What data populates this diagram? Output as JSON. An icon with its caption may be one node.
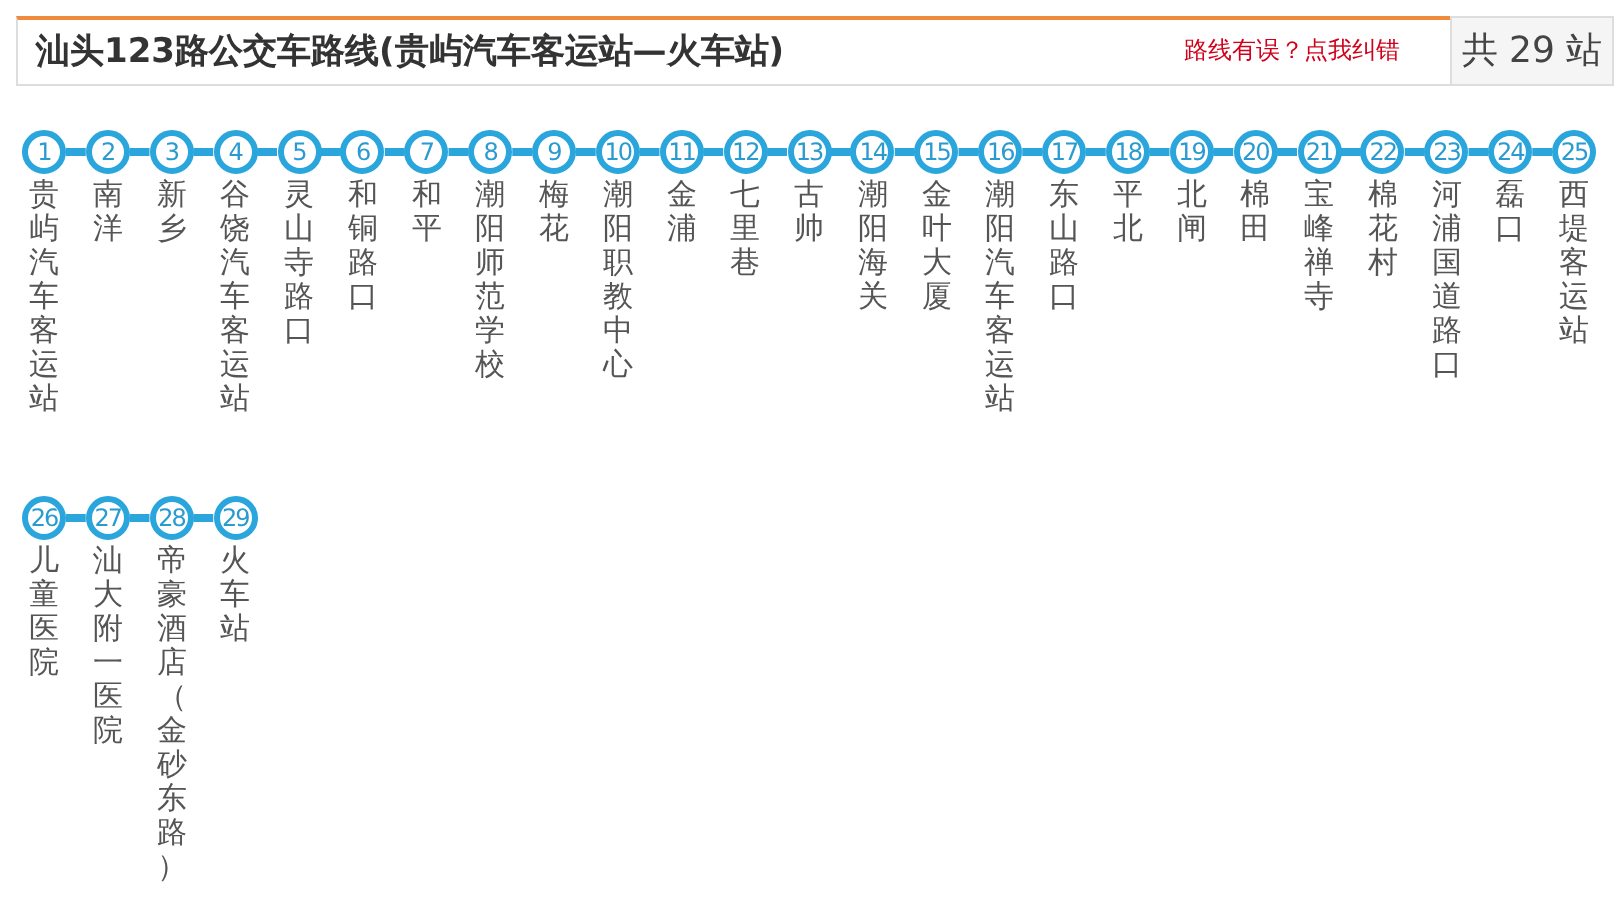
{
  "diagram": {
    "title": "汕头123路公交车路线(贵屿汽车客运站—火车站)",
    "nodes": [
      {
        "text": [
          "1"
        ],
        "beside": [
          "贵屿汽车客运站"
        ]
      },
      {
        "text": [
          "2"
        ],
        "beside": [
          "南洋"
        ]
      },
      {
        "text": [
          "3"
        ],
        "beside": [
          "新乡"
        ]
      },
      {
        "text": [
          "4"
        ],
        "beside": [
          "谷饶汽车客运站"
        ]
      },
      {
        "text": [
          "5"
        ],
        "beside": [
          "灵山寺路口"
        ]
      },
      {
        "text": [
          "6"
        ],
        "beside": [
          "和铜路口"
        ]
      },
      {
        "text": [
          "7"
        ],
        "beside": [
          "和平"
        ]
      },
      {
        "text": [
          "8"
        ],
        "beside": [
          "潮阳师范学校"
        ]
      },
      {
        "text": [
          "9"
        ],
        "beside": [
          "梅花"
        ]
      },
      {
        "text": [
          "10"
        ],
        "beside": [
          "潮阳职教中心"
        ]
      },
      {
        "text": [
          "11"
        ],
        "beside": [
          "金浦"
        ]
      },
      {
        "text": [
          "12"
        ],
        "beside": [
          "七里巷"
        ]
      },
      {
        "text": [
          "13"
        ],
        "beside": [
          "古帅"
        ]
      },
      {
        "text": [
          "14"
        ],
        "beside": [
          "潮阳海关"
        ]
      },
      {
        "text": [
          "15"
        ],
        "beside": [
          "金叶大厦"
        ]
      },
      {
        "text": [
          "16"
        ],
        "beside": [
          "潮阳汽车客运站"
        ]
      },
      {
        "text": [
          "17"
        ],
        "beside": [
          "东山路口"
        ]
      },
      {
        "text": [
          "18"
        ],
        "beside": [
          "平北"
        ]
      },
      {
        "text": [
          "19"
        ],
        "beside": [
          "北闸"
        ]
      },
      {
        "text": [
          "20"
        ],
        "beside": [
          "棉田"
        ]
      },
      {
        "text": [
          "21"
        ],
        "beside": [
          "宝峰禅寺"
        ]
      },
      {
        "text": [
          "22"
        ],
        "beside": [
          "棉花村"
        ]
      },
      {
        "text": [
          "23"
        ],
        "beside": [
          "河浦国道路口"
        ]
      },
      {
        "text": [
          "24"
        ],
        "beside": [
          "磊口"
        ]
      },
      {
        "text": [
          "25"
        ],
        "beside": [
          "西堤客运站"
        ]
      },
      {
        "text": [
          "26"
        ],
        "beside": [
          "儿童医院"
        ]
      },
      {
        "text": [
          "27"
        ],
        "beside": [
          "汕大附一医院"
        ]
      },
      {
        "text": [
          "28"
        ],
        "beside": [
          "帝豪酒店（金砂东路）"
        ]
      },
      {
        "text": [
          "29"
        ],
        "beside": [
          "火车站"
        ]
      }
    ],
    "edges": [
      {
        "from": 0,
        "to": 1,
        "arrow": "none"
      },
      {
        "from": 1,
        "to": 2,
        "arrow": "none"
      },
      {
        "from": 2,
        "to": 3,
        "arrow": "none"
      },
      {
        "from": 3,
        "to": 4,
        "arrow": "none"
      },
      {
        "from": 4,
        "to": 5,
        "arrow": "none"
      },
      {
        "from": 5,
        "to": 6,
        "arrow": "none"
      },
      {
        "from": 6,
        "to": 7,
        "arrow": "none"
      },
      {
        "from": 7,
        "to": 8,
        "arrow": "none"
      },
      {
        "from": 8,
        "to": 9,
        "arrow": "none"
      },
      {
        "from": 9,
        "to": 10,
        "arrow": "none"
      },
      {
        "from": 10,
        "to": 11,
        "arrow": "none"
      },
      {
        "from": 11,
        "to": 12,
        "arrow": "none"
      },
      {
        "from": 12,
        "to": 13,
        "arrow": "none"
      },
      {
        "from": 13,
        "to": 14,
        "arrow": "none"
      },
      {
        "from": 14,
        "to": 15,
        "arrow": "none"
      },
      {
        "from": 15,
        "to": 16,
        "arrow": "none"
      },
      {
        "from": 16,
        "to": 17,
        "arrow": "none"
      },
      {
        "from": 17,
        "to": 18,
        "arrow": "none"
      },
      {
        "from": 18,
        "to": 19,
        "arrow": "none"
      },
      {
        "from": 19,
        "to": 20,
        "arrow": "none"
      },
      {
        "from": 20,
        "to": 21,
        "arrow": "none"
      },
      {
        "from": 21,
        "to": 22,
        "arrow": "none"
      },
      {
        "from": 22,
        "to": 23,
        "arrow": "none"
      },
      {
        "from": 23,
        "to": 24,
        "arrow": "none"
      },
      {
        "from": 25,
        "to": 26,
        "arrow": "none"
      },
      {
        "from": 26,
        "to": 27,
        "arrow": "none"
      },
      {
        "from": 27,
        "to": 28,
        "arrow": "none"
      }
    ],
    "labels": [
      "路线有误？点我纠错",
      "共 29 站"
    ]
  }
}
